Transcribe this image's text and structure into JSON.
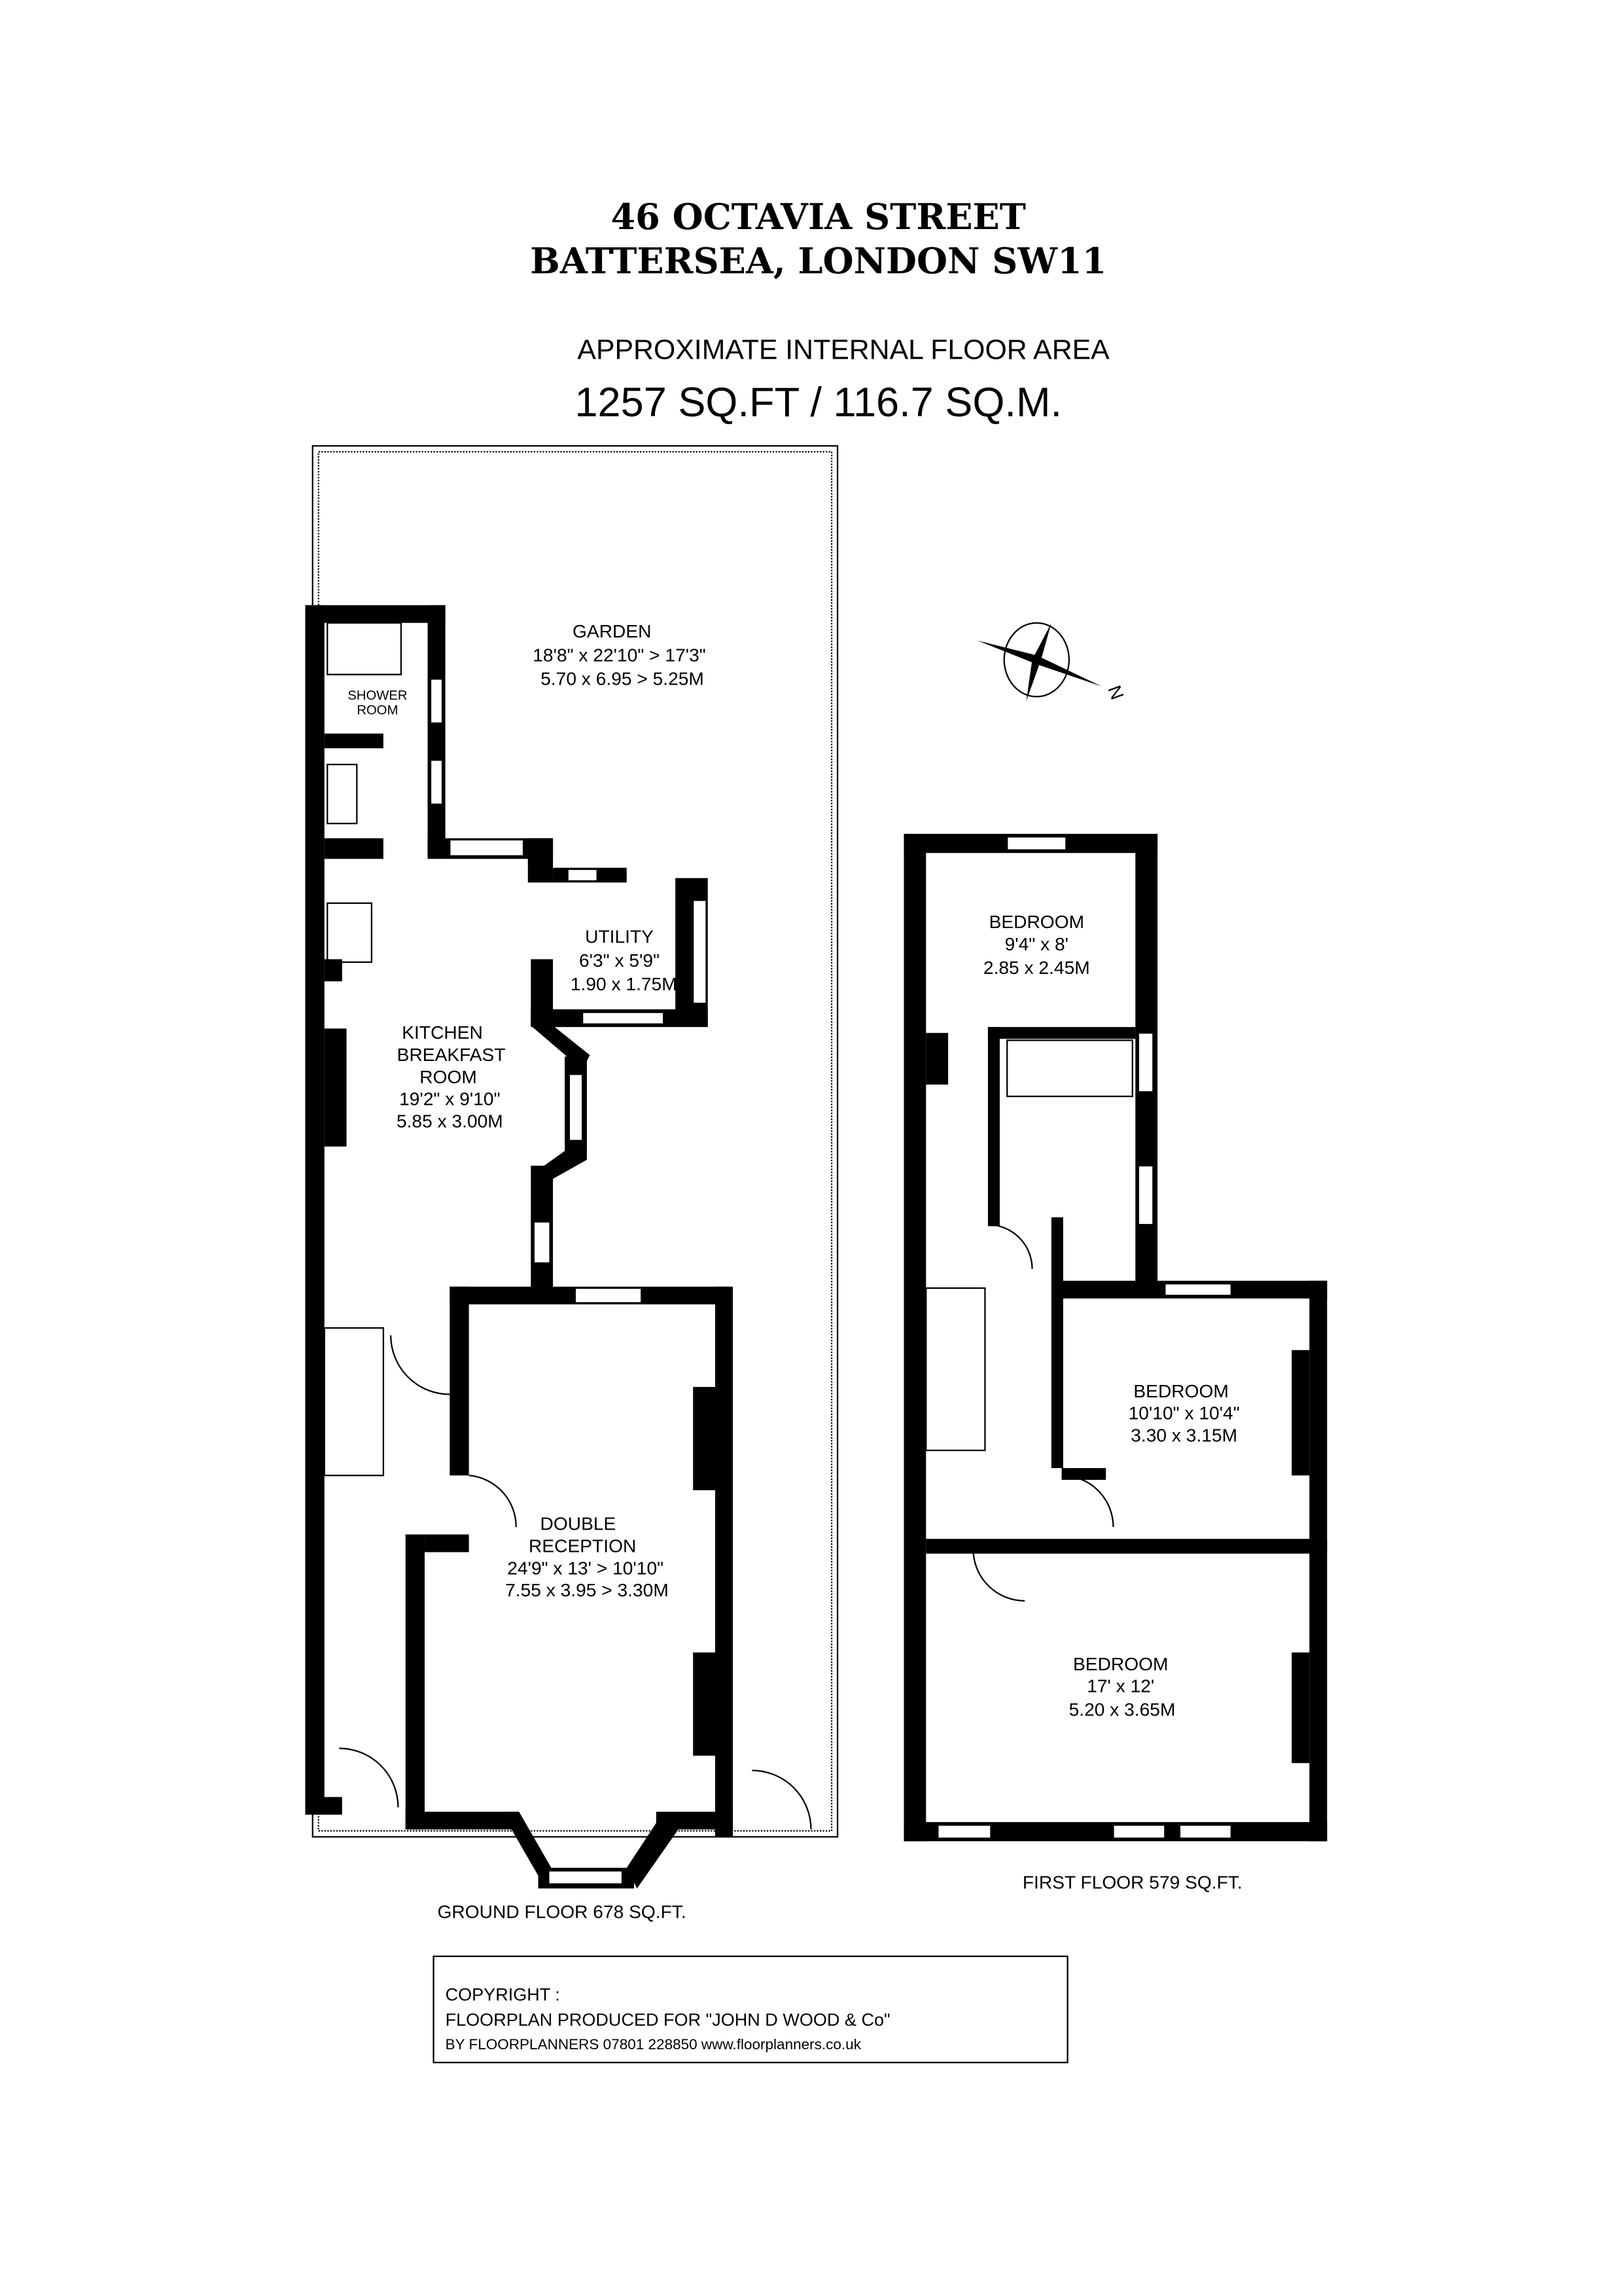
{
  "header": {
    "address_line1": "46 OCTAVIA STREET",
    "address_line2": "BATTERSEA, LONDON SW11",
    "area_caption": "APPROXIMATE INTERNAL FLOOR AREA",
    "area_value": "1257 SQ.FT / 116.7 SQ.M."
  },
  "ground_floor": {
    "caption": "GROUND FLOOR 678 SQ.FT.",
    "rooms": [
      {
        "name": "GARDEN",
        "imperial": "18'8\" x 22'10\" > 17'3\"",
        "metric": "5.70 x 6.95 > 5.25M"
      },
      {
        "name": "SHOWER",
        "name2": "ROOM"
      },
      {
        "name": "UTILITY",
        "imperial": "6'3\" x 5'9\"",
        "metric": "1.90 x 1.75M"
      },
      {
        "name": "KITCHEN",
        "name2": "BREAKFAST",
        "name3": "ROOM",
        "imperial": "19'2\" x 9'10\"",
        "metric": "5.85 x 3.00M"
      },
      {
        "name": "DOUBLE",
        "name2": "RECEPTION",
        "imperial": "24'9\" x 13' > 10'10\"",
        "metric": "7.55 x 3.95 > 3.30M"
      }
    ]
  },
  "first_floor": {
    "caption": "FIRST FLOOR 579 SQ.FT.",
    "rooms": [
      {
        "name": "BEDROOM",
        "imperial": "9'4\" x 8'",
        "metric": "2.85 x 2.45M"
      },
      {
        "name": "BEDROOM",
        "imperial": "10'10\" x 10'4\"",
        "metric": "3.30 x 3.15M"
      },
      {
        "name": "BEDROOM",
        "imperial": "17' x 12'",
        "metric": "5.20 x 3.65M"
      }
    ]
  },
  "compass": {
    "icon": "compass-rose-icon",
    "label": "N"
  },
  "copyright": {
    "line1": "COPYRIGHT :",
    "line2": "FLOORPLAN PRODUCED FOR \"JOHN D WOOD & Co\"",
    "line3": "BY FLOORPLANNERS 07801 228850 www.floorplanners.co.uk"
  }
}
